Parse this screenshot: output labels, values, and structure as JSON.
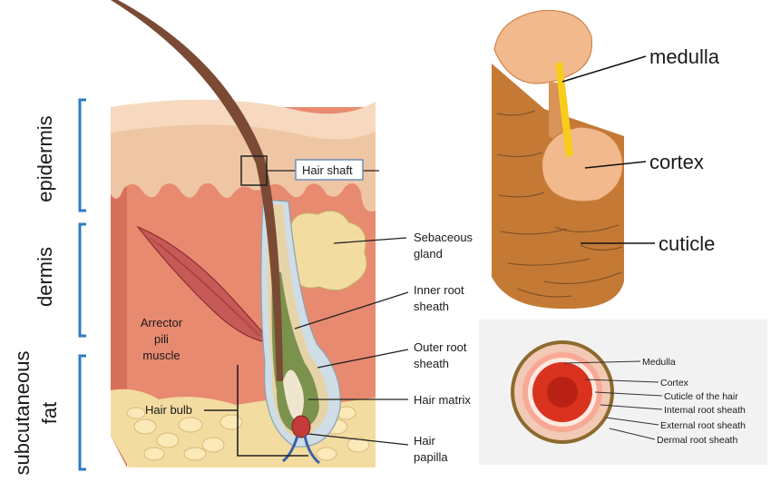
{
  "layers": {
    "epidermis": "epidermis",
    "dermis": "dermis",
    "subcutaneous_line1": "subcutaneous",
    "subcutaneous_line2": "fat"
  },
  "skin_labels": {
    "hair_shaft": "Hair shaft",
    "sebaceous_gland_line1": "Sebaceous",
    "sebaceous_gland_line2": "gland",
    "inner_root_sheath_line1": "Inner root",
    "inner_root_sheath_line2": "sheath",
    "outer_root_sheath_line1": "Outer root",
    "outer_root_sheath_line2": "sheath",
    "hair_matrix": "Hair matrix",
    "hair_papilla_line1": "Hair",
    "hair_papilla_line2": "papilla",
    "arrector_line1": "Arrector",
    "arrector_line2": "pili",
    "arrector_line3": "muscle",
    "hair_bulb": "Hair bulb"
  },
  "shaft_labels": {
    "medulla": "medulla",
    "cortex": "cortex",
    "cuticle": "cuticle"
  },
  "cross_section_labels": {
    "medulla": "Medulla",
    "cortex": "Cortex",
    "cuticle": "Cuticle of the hair",
    "internal_root_sheath": "Intemal root sheath",
    "external_root_sheath": "External root sheath",
    "dermal_root_sheath": "Dermal root sheath"
  },
  "colors": {
    "epidermis": "#efc6a4",
    "dermis": "#e88a70",
    "fat": "#f3dca0",
    "bracket": "#2e7bc4",
    "hair": "#7a4a34",
    "shaft_wood": "#c47a35",
    "shaft_cap": "#f1b98c",
    "medulla_yellow": "#f7cc1c",
    "cs_core": "#d9321e"
  }
}
